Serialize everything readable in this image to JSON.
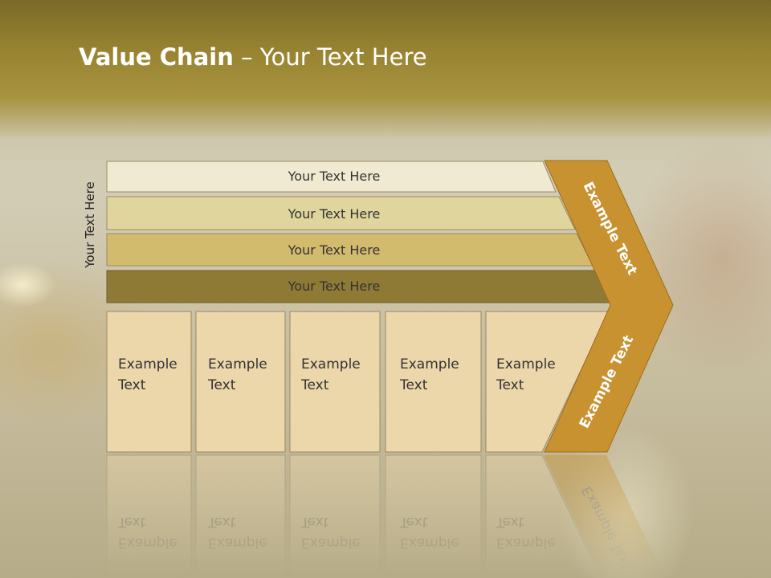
{
  "title": {
    "bold": "Value Chain",
    "rest": " – Your Text Here"
  },
  "side_label": "Your Text Here",
  "bars": [
    {
      "label": "Your Text Here",
      "color": "#f0ead2"
    },
    {
      "label": "Your Text Here",
      "color": "#e0d59c"
    },
    {
      "label": "Your Text Here",
      "color": "#d3bb6e"
    },
    {
      "label": "Your Text Here",
      "color": "#8f7a35"
    }
  ],
  "boxes": [
    {
      "line1": "Example",
      "line2": "Text"
    },
    {
      "line1": "Example",
      "line2": "Text"
    },
    {
      "line1": "Example",
      "line2": "Text"
    },
    {
      "line1": "Example",
      "line2": "Text"
    },
    {
      "line1": "Example",
      "line2": "Text"
    }
  ],
  "chevron": {
    "upper": "Example Text",
    "lower": "Example Text"
  },
  "colors": {
    "chevron": "#c99230",
    "box": "#ecd7ab",
    "title_band": "#9a8632"
  }
}
